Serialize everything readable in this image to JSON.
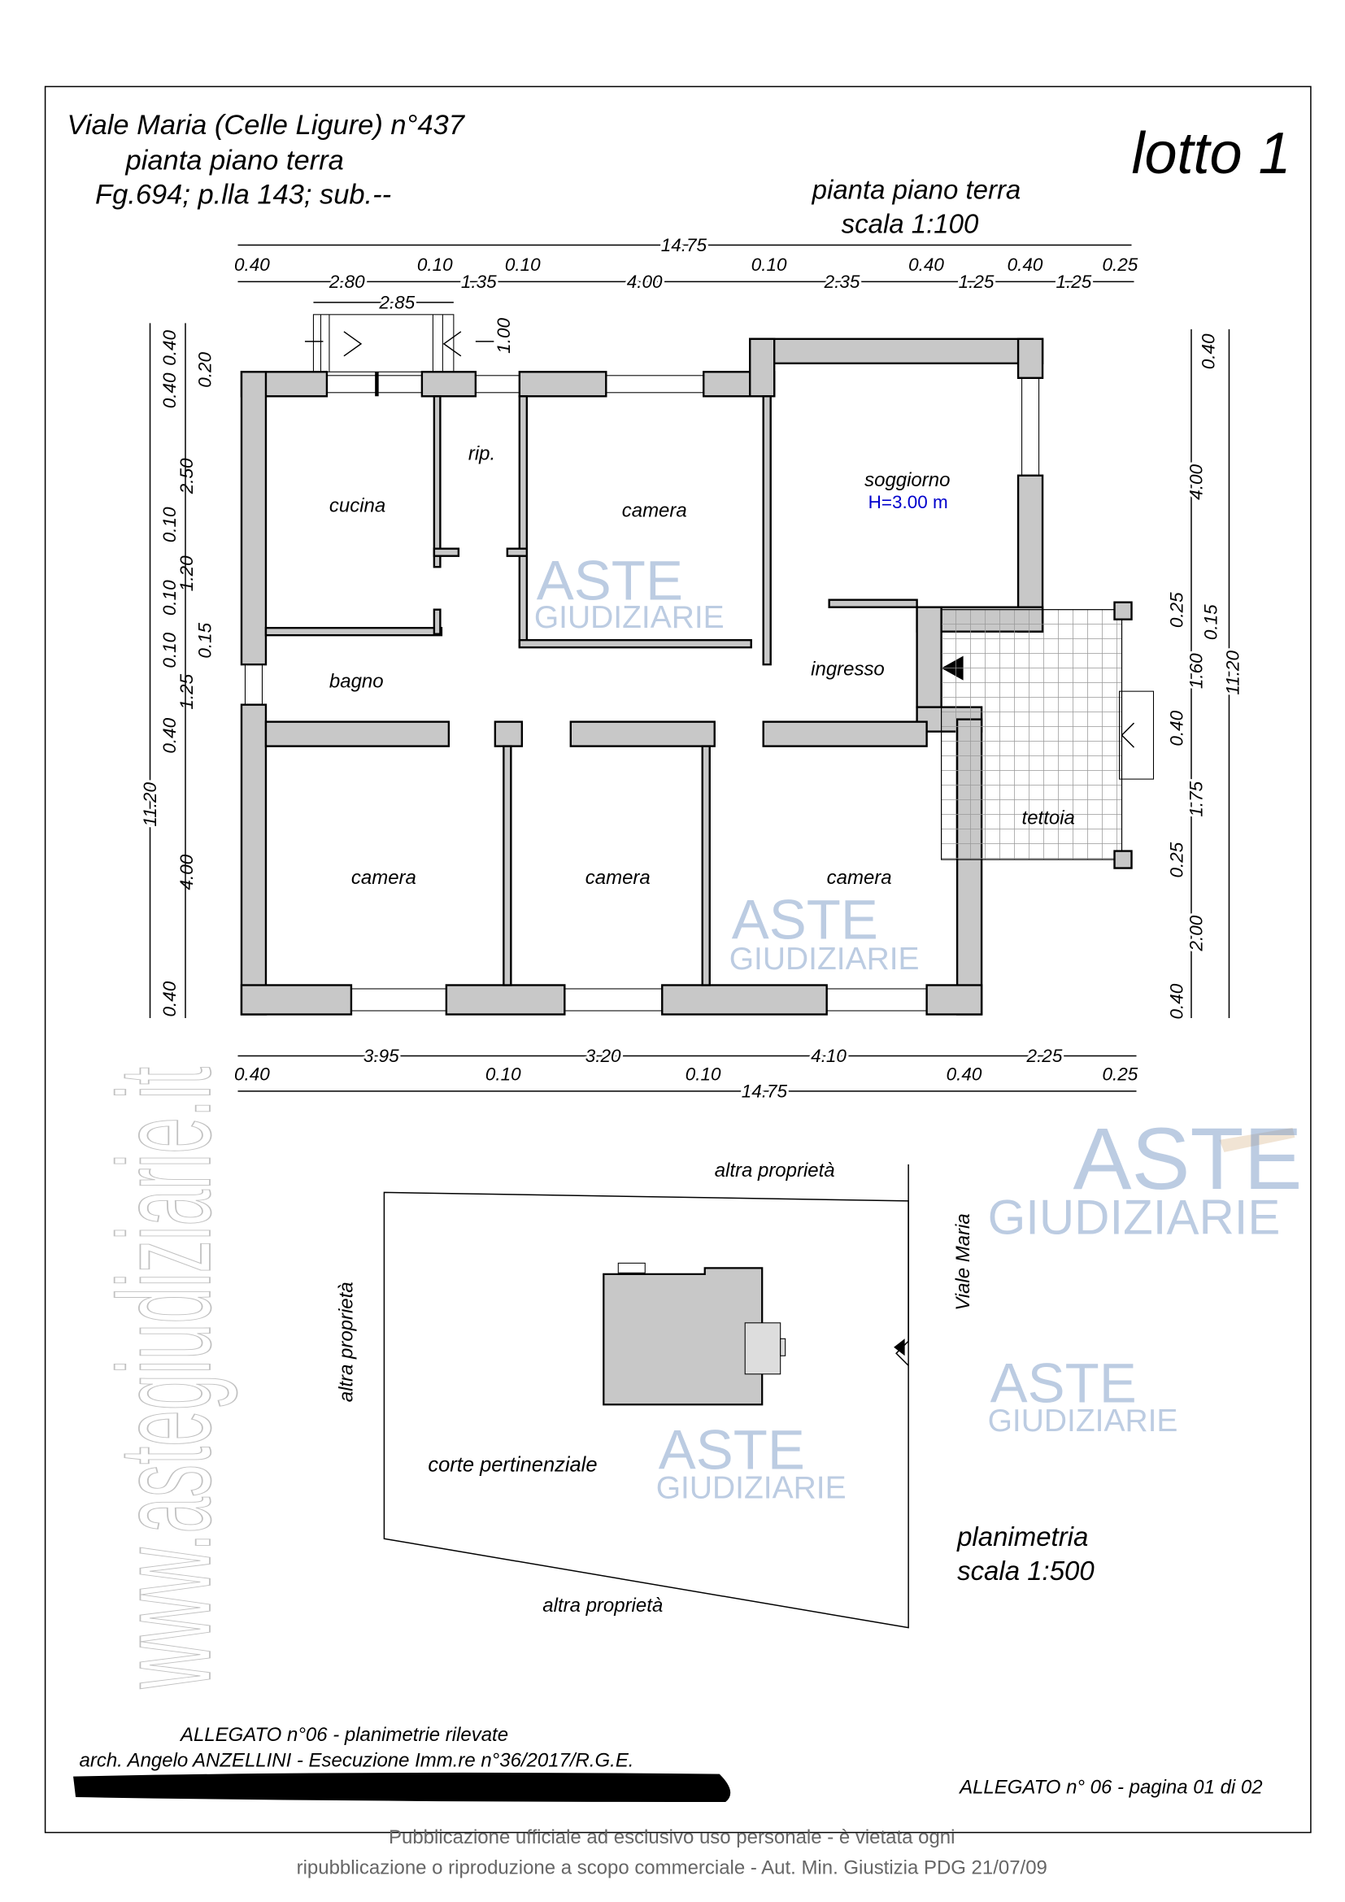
{
  "header": {
    "address": "Viale Maria (Celle Ligure) n°437",
    "floor": "pianta piano terra",
    "cadastre": "Fg.694; p.lla 143; sub.--",
    "lot": "lotto 1",
    "plan_title": "pianta piano terra",
    "plan_scale": "scala 1:100"
  },
  "rooms": {
    "cucina": "cucina",
    "rip": "rip.",
    "camera_top": "camera",
    "soggiorno": "soggiorno",
    "height": "H=3.00 m",
    "bagno": "bagno",
    "ingresso": "ingresso",
    "camera_1": "camera",
    "camera_2": "camera",
    "camera_3": "camera",
    "tettoia": "tettoia"
  },
  "dims": {
    "top_total": "14.75",
    "top_upper": [
      "0.40",
      "0.10",
      "0.10",
      "0.10",
      "0.40",
      "0.40",
      "0.25"
    ],
    "top_lower": [
      "2.80",
      "1.35",
      "4.00",
      "2.35",
      "1.25",
      "1.25"
    ],
    "stair_width": "2.85",
    "stair_depth": "1.00",
    "left": [
      "0.40",
      "0.40",
      "0.20",
      "2.50",
      "0.10",
      "1.20",
      "0.10",
      "0.10",
      "0.15",
      "1.25",
      "0.40",
      "4.00",
      "0.40"
    ],
    "left_total": "11.20",
    "right": [
      "0.40",
      "4.00",
      "0.25",
      "0.15",
      "1.60",
      "0.40",
      "1.75",
      "0.25",
      "2.00",
      "0.40"
    ],
    "right_total": "11.20",
    "bottom_upper": [
      "3.95",
      "3.20",
      "4.10",
      "2.25"
    ],
    "bottom_lower": [
      "0.40",
      "0.10",
      "0.10",
      "0.40",
      "0.25"
    ],
    "bottom_total": "14.75"
  },
  "site": {
    "top": "altra proprietà",
    "left": "altra proprietà",
    "bottom": "altra proprietà",
    "road": "Viale Maria",
    "court": "corte pertinenziale",
    "title": "planimetria",
    "scale": "scala 1:500"
  },
  "footer": {
    "line1": "ALLEGATO n°06 - planimetrie rilevate",
    "line2": "arch. Angelo ANZELLINI - Esecuzione Imm.re n°36/2017/R.G.E.",
    "page": "ALLEGATO n° 06 - pagina 01 di 02",
    "notice1": "Pubblicazione ufficiale ad esclusivo uso personale - è vietata ogni",
    "notice2": "ripubblicazione o riproduzione a scopo commerciale - Aut. Min. Giustizia PDG 21/07/09"
  },
  "watermark": {
    "aste": "ASTE",
    "giudiziarie": "GIUDIZIARIE",
    "site": "www.astegiudiziarie.it"
  },
  "colors": {
    "wall": "#c8c8c8",
    "height_label": "#0000cc",
    "watermark": "#6d8fbf"
  }
}
